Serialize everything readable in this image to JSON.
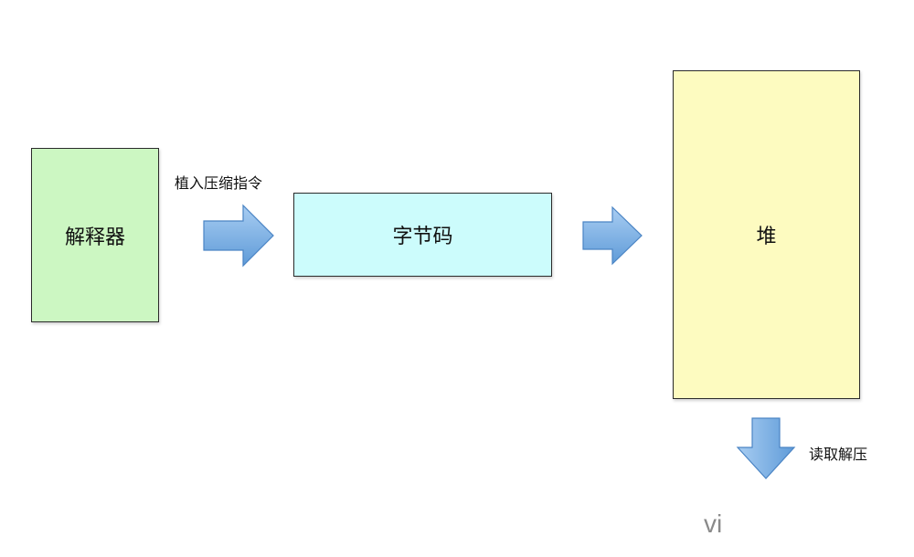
{
  "nodes": {
    "interpreter": {
      "label": "解释器",
      "fill": "#ccf7c2"
    },
    "bytecode": {
      "label": "字节码",
      "fill": "#ccfcfc"
    },
    "heap": {
      "label": "堆",
      "fill": "#fdfbc0"
    }
  },
  "edges": {
    "interpreter_to_bytecode": {
      "label": "植入压缩指令"
    },
    "bytecode_to_heap": {
      "label": ""
    },
    "heap_down": {
      "label": "读取解压"
    }
  },
  "footer": {
    "text": "vi"
  },
  "colors": {
    "arrow_fill": "#7fb2e8",
    "arrow_stroke": "#4a84c4",
    "border": "#2b2b2b"
  }
}
